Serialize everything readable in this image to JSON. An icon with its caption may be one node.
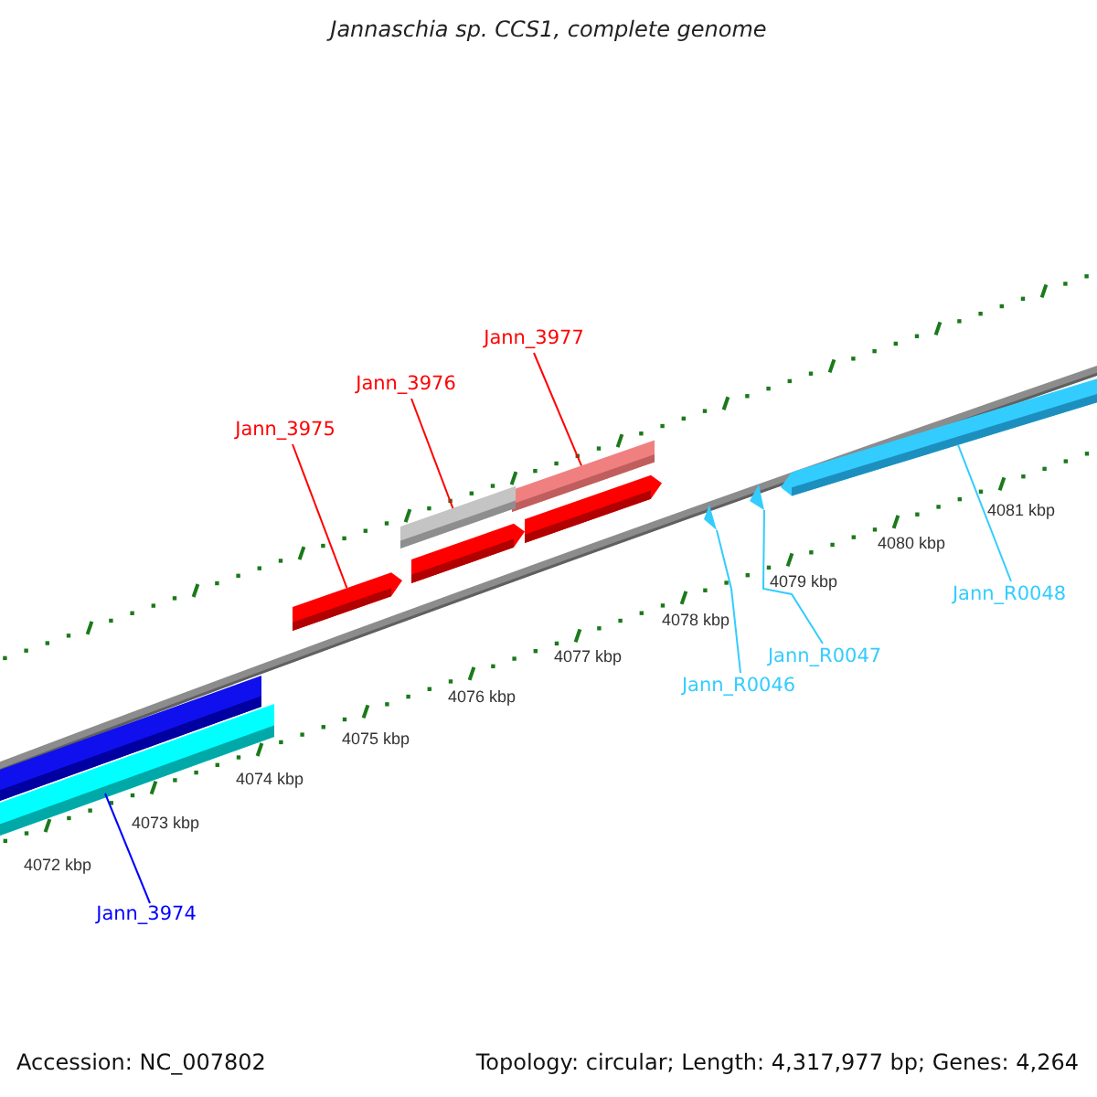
{
  "diagram": {
    "title": "Jannaschia sp. CCS1, complete genome",
    "nodes": [
      {
        "text": [
          "Jann_3977"
        ]
      },
      {
        "text": [
          "Jann_3976"
        ]
      },
      {
        "text": [
          "Jann_3975"
        ]
      },
      {
        "text": [],
        "shape": "bar"
      },
      {
        "text": [],
        "shape": "arrow"
      },
      {
        "text": [],
        "shape": "bar"
      },
      {
        "text": [],
        "shape": "arrow"
      },
      {
        "text": [],
        "shape": "triangle"
      },
      {
        "text": [],
        "shape": "triangle"
      },
      {
        "text": [],
        "shape": "arrow"
      },
      {
        "text": [],
        "shape": "arrow"
      },
      {
        "text": [
          "Jann_R0048"
        ]
      },
      {
        "text": [
          "Jann_R0047"
        ]
      },
      {
        "text": [
          "Jann_R0046"
        ]
      },
      {
        "text": [],
        "shape": "bar"
      },
      {
        "text": [],
        "shape": "bar"
      },
      {
        "text": [
          "Jann_3974"
        ]
      }
    ],
    "edges": [
      {
        "from": 0,
        "to": 3,
        "arrow": "none",
        "color": "#ff0000"
      },
      {
        "from": 1,
        "to": 5,
        "arrow": "none",
        "color": "#ff0000"
      },
      {
        "from": 2,
        "to": 10,
        "arrow": "none",
        "color": "#ff0000"
      },
      {
        "from": 11,
        "to": 4,
        "arrow": "none",
        "color": "#33ccff"
      },
      {
        "from": 12,
        "to": 7,
        "arrow": "none",
        "color": "#33ccff"
      },
      {
        "from": 13,
        "to": 8,
        "arrow": "none",
        "color": "#33ccff"
      },
      {
        "from": 16,
        "to": 15,
        "arrow": "none",
        "color": "#0000ff"
      }
    ],
    "labels": [
      "4072 kbp",
      "4073 kbp",
      "4074 kbp",
      "4075 kbp",
      "4076 kbp",
      "4077 kbp",
      "4078 kbp",
      "4079 kbp",
      "4080 kbp",
      "4081 kbp",
      "Accession: NC_007802",
      "Topology: circular; Length: 4,317,977 bp; Genes: 4,264"
    ]
  }
}
